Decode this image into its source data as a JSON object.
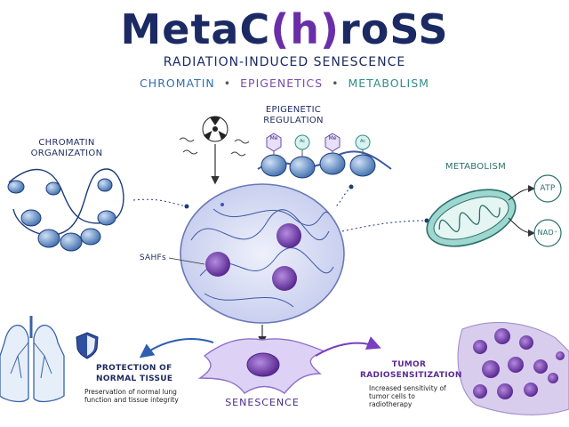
{
  "title": {
    "part1": "MetaC",
    "part2": "(h)",
    "part3": "roSS"
  },
  "subtitle": "RADIATION-INDUCED SENESCENCE",
  "topics": [
    "CHROMATIN",
    "EPIGENETICS",
    "METABOLISM"
  ],
  "separator": "•",
  "labels": {
    "chromatin": "CHROMATIN\nORGANIZATION",
    "epigenetic": "EPIGENETIC\nREGULATION",
    "metabolism": "METABOLISM",
    "atp": "ATP",
    "nad": "NAD⁺",
    "sahfs": "SAHFs",
    "senescence": "SENESCENCE",
    "protection_title": "PROTECTION OF\nNORMAL TISSUE",
    "protection_text": "Preservation of normal lung\nfunction and tissue integrity",
    "tumor_title": "TUMOR\nRADIOSENSITIZATION",
    "tumor_text": "Increased sensitivity of\ntumor cells to radiotherapy",
    "mark_me": "Me",
    "mark_ac": "Ac"
  },
  "icons": [
    "radiation-icon",
    "shield-icon",
    "lungs-icon",
    "mitochondrion-icon",
    "nucleus-icon",
    "senescent-cell-icon",
    "tumor-cells-icon"
  ],
  "colors": {
    "navy": "#1b2a63",
    "purple": "#6a2fa8",
    "blue": "#2f6fb3",
    "teal": "#2e8e8a"
  }
}
